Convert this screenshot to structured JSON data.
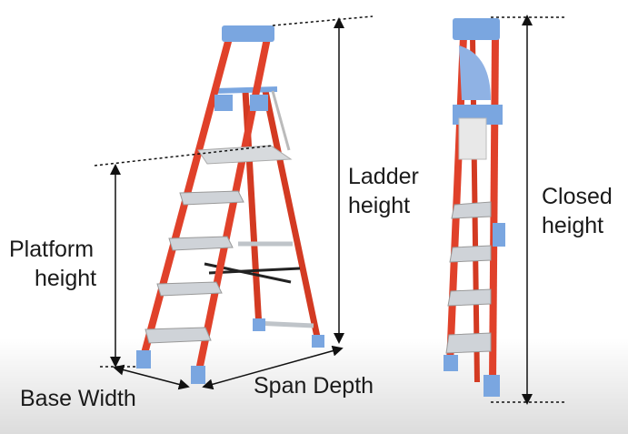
{
  "labels": {
    "platform_height": [
      "Platform",
      "height"
    ],
    "ladder_height": [
      "Ladder",
      "height"
    ],
    "closed_height": [
      "Closed",
      "height"
    ],
    "base_width": "Base Width",
    "span_depth": "Span Depth"
  },
  "colors": {
    "rail": "#e0412a",
    "cap": "#7aa6e0",
    "step": "#cfd3d8",
    "text": "#1a1a1a"
  }
}
